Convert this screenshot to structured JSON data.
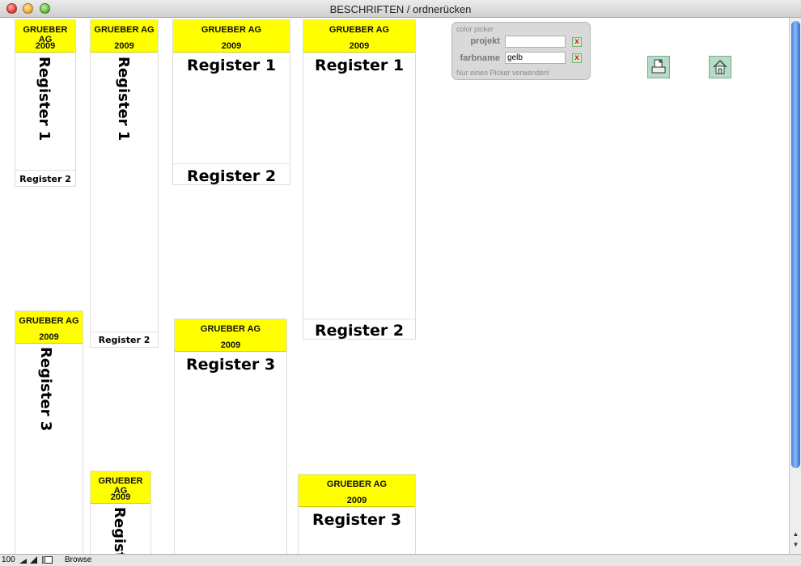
{
  "window": {
    "title": "BESCHRIFTEN / ordnerücken"
  },
  "cards": {
    "company": "GRUEBER AG",
    "year": "2009",
    "register1": "Register 1",
    "register2": "Register 2",
    "register3": "Register 3"
  },
  "color_picker": {
    "title": "color picker",
    "projekt_label": "projekt",
    "projekt_value": "",
    "farbname_label": "farbname",
    "farbname_value": "gelb",
    "note": "Nur einen Picker verwenden!",
    "clear_icon": "x"
  },
  "toolbar": {
    "print_icon": "print-icon",
    "home_icon": "home-icon"
  },
  "status": {
    "zoom": "100",
    "mode": "Browse"
  },
  "colors": {
    "label_yellow": "#ffff00",
    "scroll_thumb": "#3d7ee2"
  }
}
